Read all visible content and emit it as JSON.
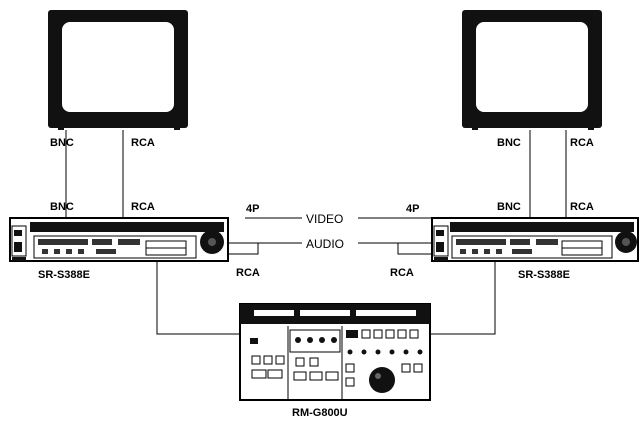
{
  "left": {
    "monitor_bnc": "BNC",
    "monitor_rca": "RCA",
    "vtr_bnc": "BNC",
    "vtr_rca": "RCA",
    "remote_4p": "4P",
    "audio_rca": "RCA",
    "vtr_model": "SR-S388E"
  },
  "right": {
    "monitor_bnc": "BNC",
    "monitor_rca": "RCA",
    "vtr_bnc": "BNC",
    "vtr_rca": "RCA",
    "remote_4p": "4P",
    "audio_rca": "RCA",
    "vtr_model": "SR-S388E"
  },
  "signals": {
    "video": "VIDEO",
    "audio": "AUDIO"
  },
  "controller": {
    "model": "RM-G800U"
  }
}
